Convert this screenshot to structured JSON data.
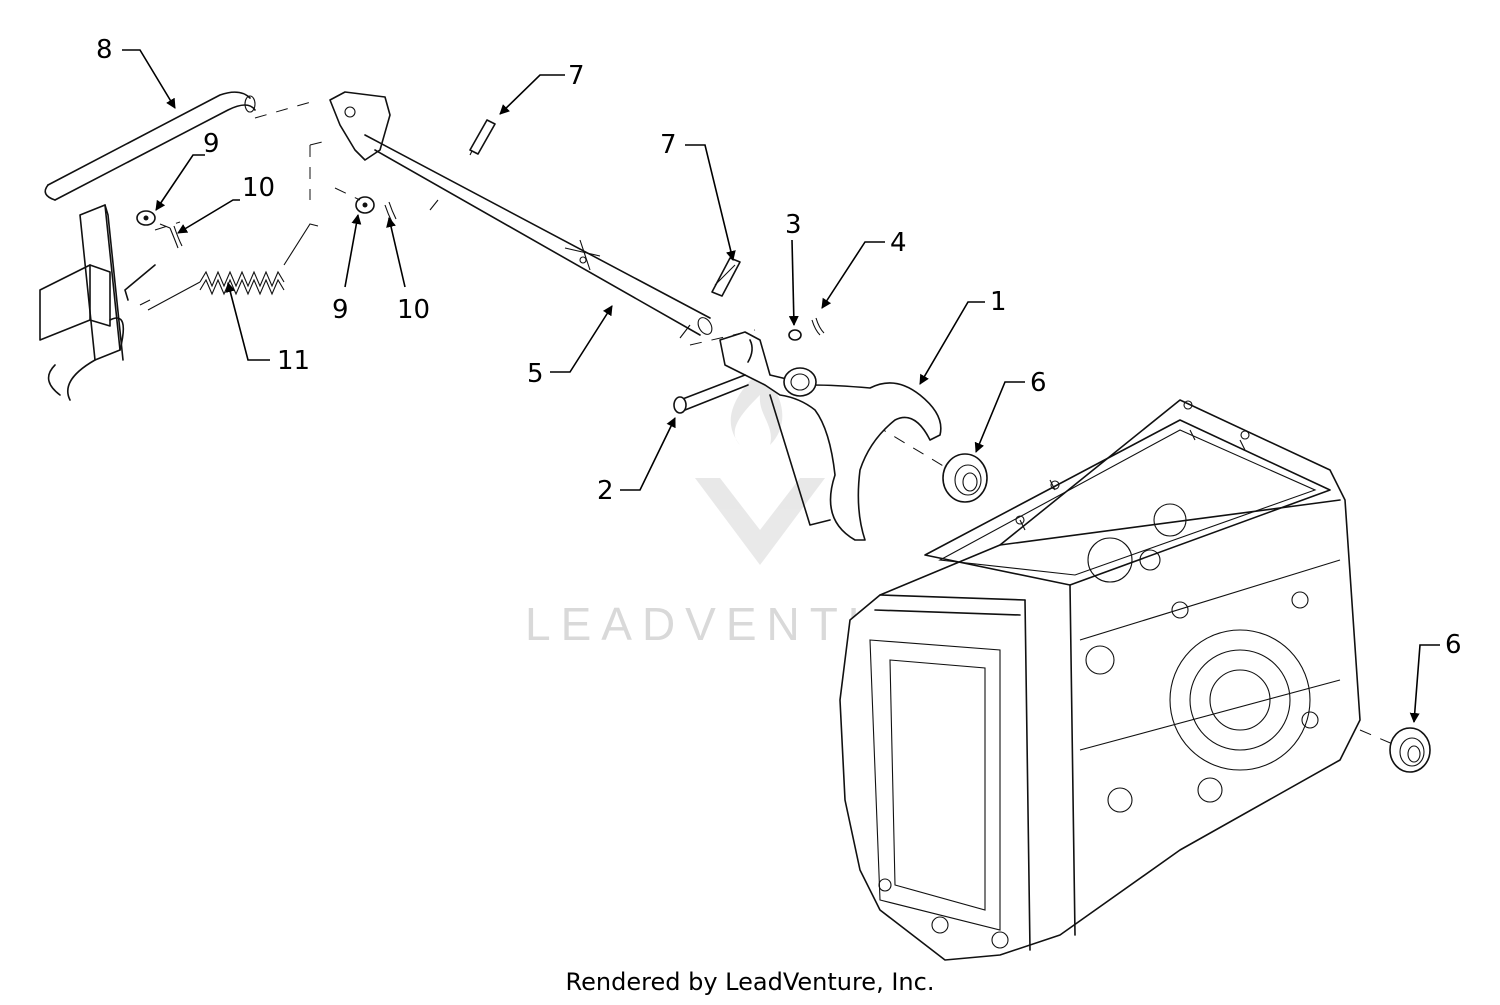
{
  "callouts": {
    "c1": "1",
    "c2": "2",
    "c3": "3",
    "c4": "4",
    "c5": "5",
    "c6a": "6",
    "c6b": "6",
    "c7a": "7",
    "c7b": "7",
    "c8": "8",
    "c9a": "9",
    "c9b": "9",
    "c10a": "10",
    "c10b": "10",
    "c11": "11"
  },
  "watermark": {
    "brand": "LEADVENTURE"
  },
  "footer": {
    "credit": "Rendered by LeadVenture, Inc."
  }
}
